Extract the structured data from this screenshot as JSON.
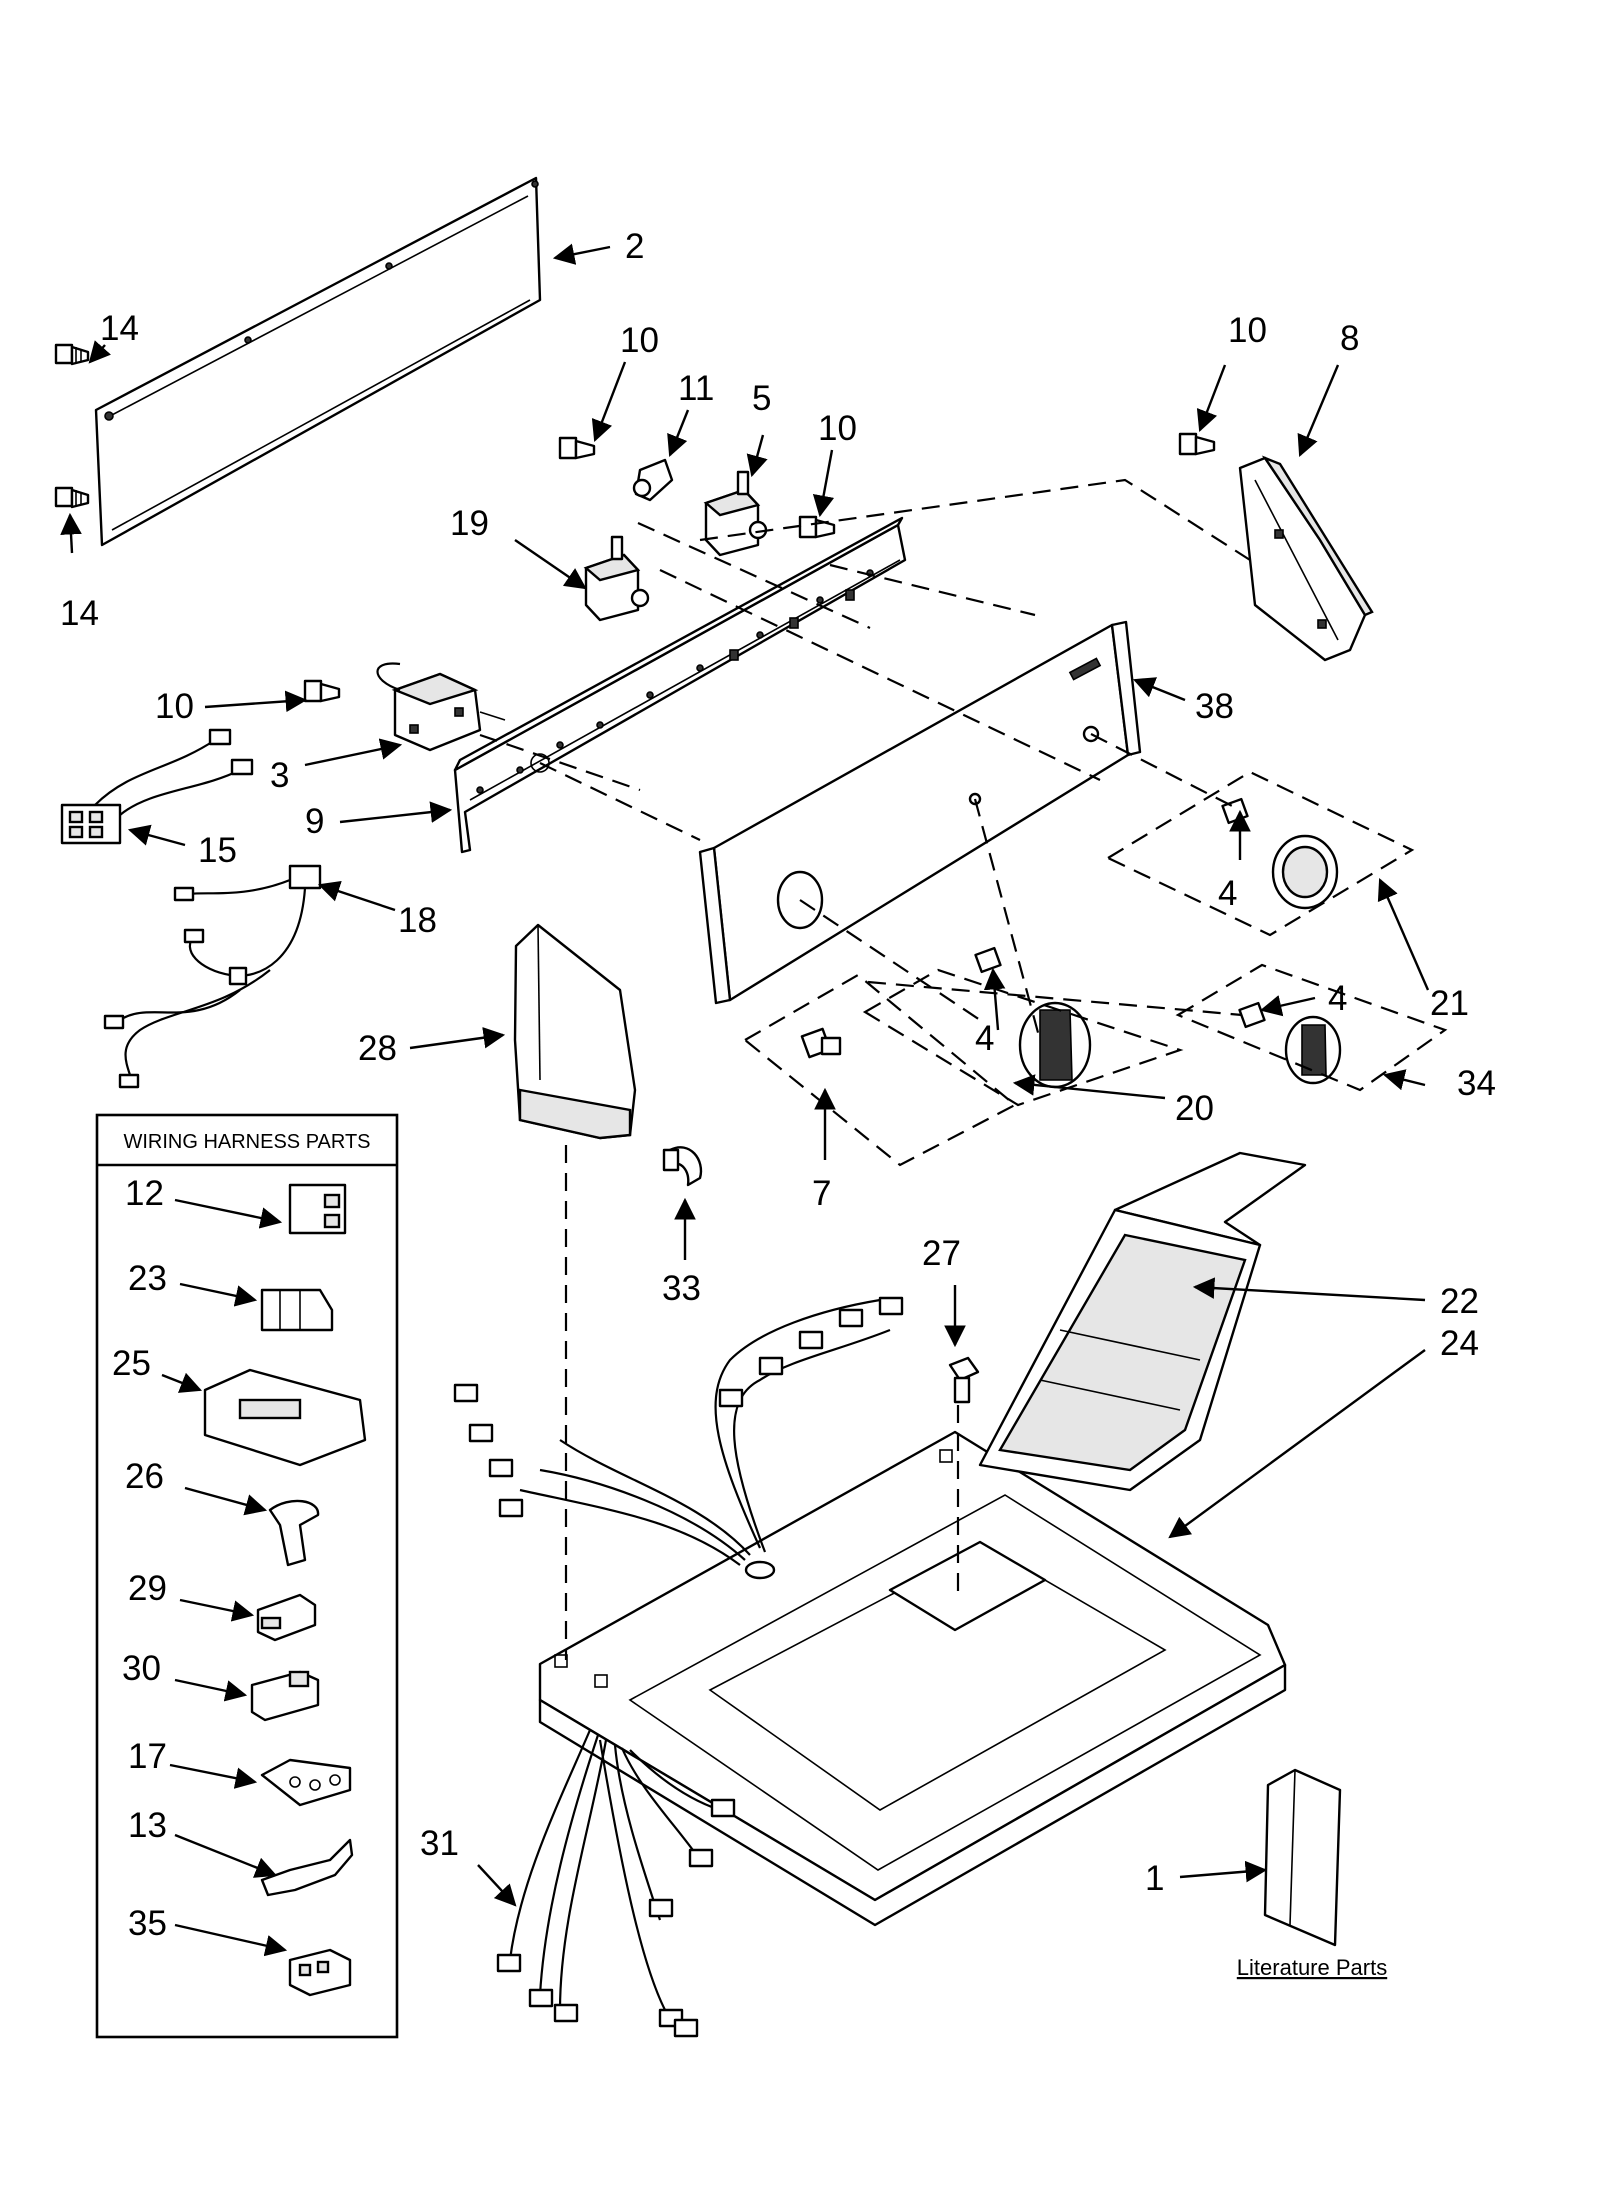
{
  "callouts": [
    "2",
    "14",
    "14",
    "10",
    "11",
    "5",
    "10",
    "19",
    "10",
    "8",
    "10",
    "3",
    "9",
    "15",
    "18",
    "38",
    "4",
    "21",
    "4",
    "4",
    "34",
    "20",
    "28",
    "7",
    "33",
    "27",
    "22",
    "24",
    "31",
    "1",
    "12",
    "23",
    "25",
    "26",
    "29",
    "30",
    "17",
    "13",
    "35"
  ],
  "wiring_box": {
    "title": "WIRING HARNESS PARTS"
  },
  "literature": {
    "label": "Literature Parts"
  }
}
